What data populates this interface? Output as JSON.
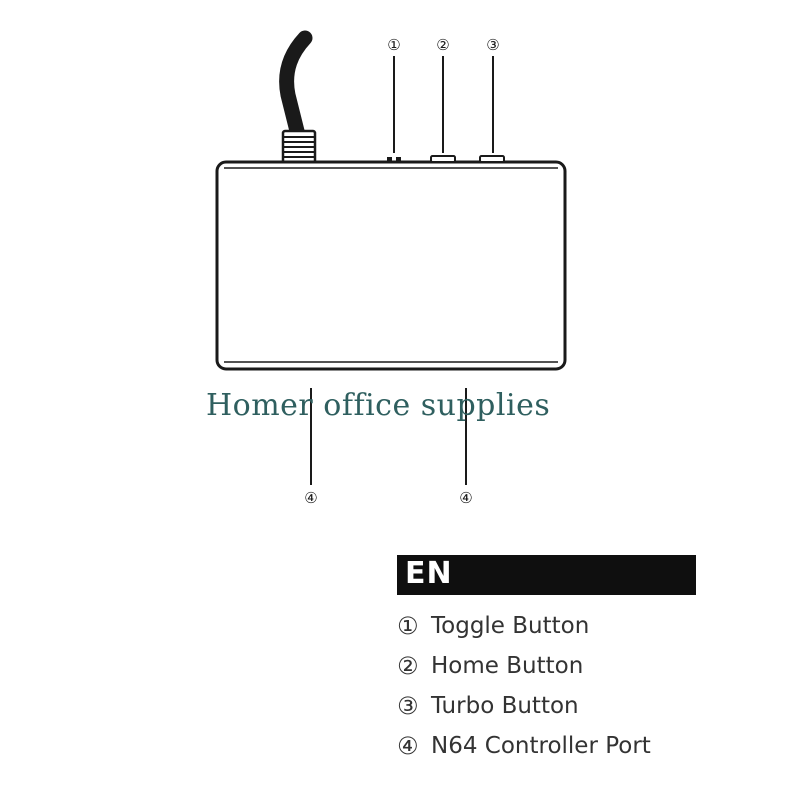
{
  "callouts": {
    "toggle": "①",
    "home": "②",
    "turbo": "③",
    "port_left": "④",
    "port_right": "④"
  },
  "watermark": "Homer office supplies",
  "language_banner": "EN",
  "legend": [
    {
      "marker": "①",
      "label": "Toggle Button"
    },
    {
      "marker": "②",
      "label": "Home Button"
    },
    {
      "marker": "③",
      "label": "Turbo Button"
    },
    {
      "marker": "④",
      "label": "N64 Controller Port"
    }
  ],
  "colors": {
    "outline": "#1a1a1a",
    "banner": "#0f0f0f",
    "watermark": "#2f5f5f"
  }
}
